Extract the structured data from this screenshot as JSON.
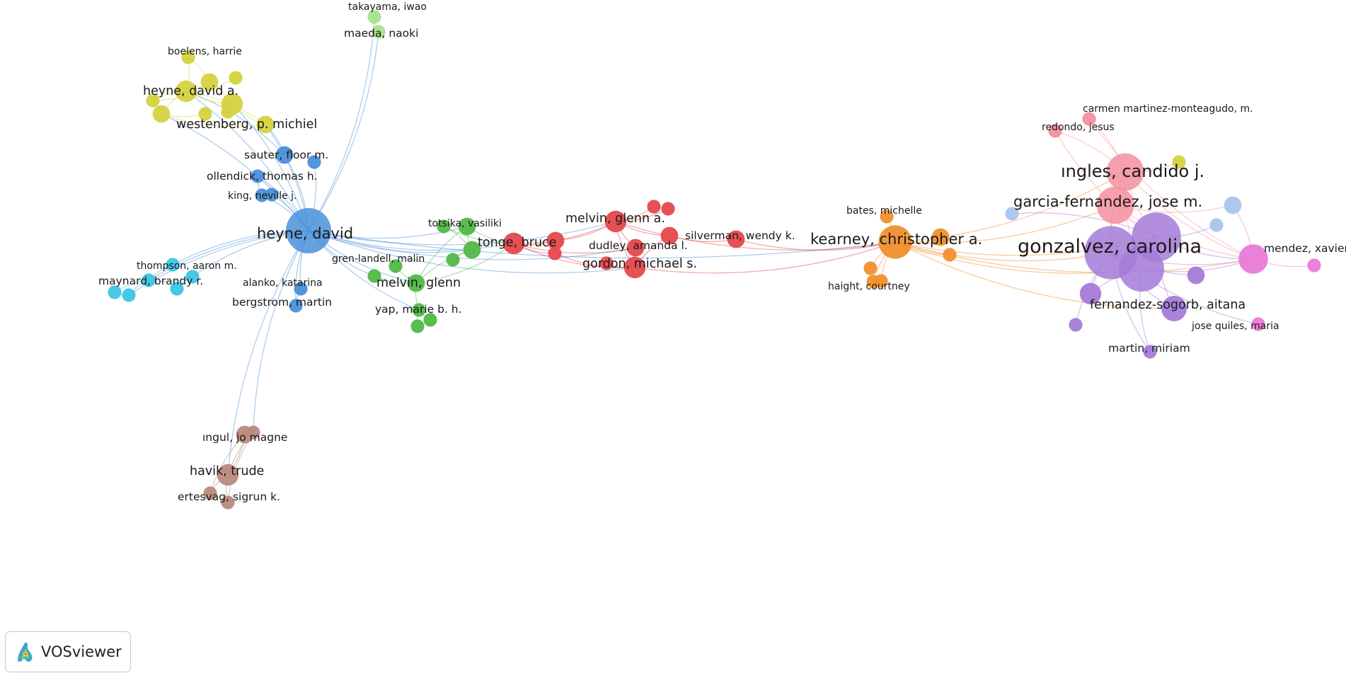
{
  "colors": {
    "red": "#e5484d",
    "green": "#52b848",
    "blue": "#4a90d9",
    "yellow": "#d4d23f",
    "purple": "#a57bd8",
    "cyan": "#3cc6e6",
    "orange": "#f0902d",
    "brown": "#b98a7e",
    "pink": "#f58fa0",
    "magenta": "#ea7ad6",
    "lightblue": "#a8c6ec",
    "lightgreen": "#a6e08a"
  },
  "logo": {
    "text": "VOSviewer"
  },
  "nodes": [
    {
      "id": "heyne_david",
      "label": "heyne, david",
      "cluster": "blue",
      "weight": 10,
      "label_size": "large"
    },
    {
      "id": "sauter",
      "label": "sauter, floor m.",
      "cluster": "blue",
      "weight": 3,
      "label_size": "small"
    },
    {
      "id": "ollendick",
      "label": "ollendick, thomas h.",
      "cluster": "blue",
      "weight": 2,
      "label_size": "small"
    },
    {
      "id": "king",
      "label": "king, neville j.",
      "cluster": "blue",
      "weight": 2,
      "label_size": "xsmall"
    },
    {
      "id": "alanko",
      "label": "alanko, katarina",
      "cluster": "blue",
      "weight": 2,
      "label_size": "xsmall"
    },
    {
      "id": "bergstrom",
      "label": "bergstrom, martin",
      "cluster": "blue",
      "weight": 2,
      "label_size": "small"
    },
    {
      "id": "blue_x1",
      "label": "",
      "cluster": "blue",
      "weight": 2
    },
    {
      "id": "blue_x2",
      "label": "",
      "cluster": "blue",
      "weight": 2
    },
    {
      "id": "westenberg",
      "label": "westenberg, p. michiel",
      "cluster": "yellow",
      "weight": 3,
      "label_size": "medium"
    },
    {
      "id": "heyne_david_a",
      "label": "heyne, david a.",
      "cluster": "yellow",
      "weight": 4,
      "label_size": "medium"
    },
    {
      "id": "boelens",
      "label": "boelens, harrie",
      "cluster": "yellow",
      "weight": 2,
      "label_size": "xsmall"
    },
    {
      "id": "yel_1",
      "label": "",
      "cluster": "yellow",
      "weight": 4
    },
    {
      "id": "yel_2",
      "label": "",
      "cluster": "yellow",
      "weight": 3
    },
    {
      "id": "yel_3",
      "label": "",
      "cluster": "yellow",
      "weight": 3
    },
    {
      "id": "yel_4",
      "label": "",
      "cluster": "yellow",
      "weight": 2
    },
    {
      "id": "yel_5",
      "label": "",
      "cluster": "yellow",
      "weight": 2
    },
    {
      "id": "yel_6",
      "label": "",
      "cluster": "yellow",
      "weight": 2
    },
    {
      "id": "yel_7",
      "label": "",
      "cluster": "yellow",
      "weight": 2
    },
    {
      "id": "takayama",
      "label": "takayama, iwao",
      "cluster": "lightgreen",
      "weight": 2,
      "label_size": "xsmall"
    },
    {
      "id": "maeda",
      "label": "maeda, naoki",
      "cluster": "lightgreen",
      "weight": 2,
      "label_size": "small"
    },
    {
      "id": "thompson",
      "label": "thompson, aaron m.",
      "cluster": "cyan",
      "weight": 2,
      "label_size": "xsmall"
    },
    {
      "id": "maynard",
      "label": "maynard, brandy r.",
      "cluster": "cyan",
      "weight": 2,
      "label_size": "small"
    },
    {
      "id": "cy_1",
      "label": "",
      "cluster": "cyan",
      "weight": 2
    },
    {
      "id": "cy_2",
      "label": "",
      "cluster": "cyan",
      "weight": 2
    },
    {
      "id": "cy_3",
      "label": "",
      "cluster": "cyan",
      "weight": 2
    },
    {
      "id": "cy_4",
      "label": "",
      "cluster": "cyan",
      "weight": 2
    },
    {
      "id": "totsika",
      "label": "totsika, vasiliki",
      "cluster": "green",
      "weight": 3,
      "label_size": "xsmall"
    },
    {
      "id": "gren_landell",
      "label": "gren-landell, malin",
      "cluster": "green",
      "weight": 2,
      "label_size": "xsmall"
    },
    {
      "id": "melvin_glenn",
      "label": "melvin, glenn",
      "cluster": "green",
      "weight": 3,
      "label_size": "medium"
    },
    {
      "id": "yap",
      "label": "yap, marie b. h.",
      "cluster": "green",
      "weight": 2,
      "label_size": "small"
    },
    {
      "id": "gr_1",
      "label": "",
      "cluster": "green",
      "weight": 3
    },
    {
      "id": "gr_2",
      "label": "",
      "cluster": "green",
      "weight": 2
    },
    {
      "id": "gr_3",
      "label": "",
      "cluster": "green",
      "weight": 2
    },
    {
      "id": "gr_4",
      "label": "",
      "cluster": "green",
      "weight": 2
    },
    {
      "id": "gr_5",
      "label": "",
      "cluster": "green",
      "weight": 2
    },
    {
      "id": "gr_6",
      "label": "",
      "cluster": "green",
      "weight": 2
    },
    {
      "id": "tonge",
      "label": "tonge, bruce",
      "cluster": "red",
      "weight": 4,
      "label_size": "medium"
    },
    {
      "id": "melvin_glenn_a",
      "label": "melvin, glenn a.",
      "cluster": "red",
      "weight": 4,
      "label_size": "medium"
    },
    {
      "id": "dudley",
      "label": "dudley, amanda l.",
      "cluster": "red",
      "weight": 3,
      "label_size": "small"
    },
    {
      "id": "gordon",
      "label": "gordon, michael s.",
      "cluster": "red",
      "weight": 4,
      "label_size": "medium"
    },
    {
      "id": "silverman",
      "label": "silverman, wendy k.",
      "cluster": "red",
      "weight": 3,
      "label_size": "small"
    },
    {
      "id": "red_1",
      "label": "",
      "cluster": "red",
      "weight": 3
    },
    {
      "id": "red_2",
      "label": "",
      "cluster": "red",
      "weight": 2
    },
    {
      "id": "red_3",
      "label": "",
      "cluster": "red",
      "weight": 2
    },
    {
      "id": "red_4",
      "label": "",
      "cluster": "red",
      "weight": 2
    },
    {
      "id": "red_5",
      "label": "",
      "cluster": "red",
      "weight": 2
    },
    {
      "id": "red_6",
      "label": "",
      "cluster": "red",
      "weight": 3
    },
    {
      "id": "ingul",
      "label": "ıngul, jo magne",
      "cluster": "brown",
      "weight": 2,
      "label_size": "small"
    },
    {
      "id": "havik",
      "label": "havik, trude",
      "cluster": "brown",
      "weight": 4,
      "label_size": "medium"
    },
    {
      "id": "ertesvag",
      "label": "ertesvag, sigrun k.",
      "cluster": "brown",
      "weight": 2,
      "label_size": "small"
    },
    {
      "id": "br_1",
      "label": "",
      "cluster": "brown",
      "weight": 3
    },
    {
      "id": "br_2",
      "label": "",
      "cluster": "brown",
      "weight": 2
    },
    {
      "id": "kearney",
      "label": "kearney, christopher a.",
      "cluster": "orange",
      "weight": 7,
      "label_size": "large"
    },
    {
      "id": "bates",
      "label": "bates, michelle",
      "cluster": "orange",
      "weight": 2,
      "label_size": "xsmall"
    },
    {
      "id": "haight",
      "label": "haight, courtney",
      "cluster": "orange",
      "weight": 2,
      "label_size": "xsmall"
    },
    {
      "id": "or_1",
      "label": "",
      "cluster": "orange",
      "weight": 3
    },
    {
      "id": "or_2",
      "label": "",
      "cluster": "orange",
      "weight": 2
    },
    {
      "id": "or_3",
      "label": "",
      "cluster": "orange",
      "weight": 2
    },
    {
      "id": "or_4",
      "label": "",
      "cluster": "orange",
      "weight": 2
    },
    {
      "id": "ingles",
      "label": "ıngles, candido j.",
      "cluster": "pink",
      "weight": 8,
      "label_size": "xlarge"
    },
    {
      "id": "garcia_fernandez",
      "label": "garcia-fernandez, jose m.",
      "cluster": "pink",
      "weight": 8,
      "label_size": "large"
    },
    {
      "id": "carmen",
      "label": "carmen martinez-monteagudo, m.",
      "cluster": "pink",
      "weight": 2,
      "label_size": "xsmall"
    },
    {
      "id": "redondo",
      "label": "redondo, jesus",
      "cluster": "pink",
      "weight": 2,
      "label_size": "xsmall"
    },
    {
      "id": "gonzalvez",
      "label": "gonzalvez, carolina",
      "cluster": "purple",
      "weight": 12,
      "label_size": "xxlarge"
    },
    {
      "id": "pu_1",
      "label": "",
      "cluster": "purple",
      "weight": 11
    },
    {
      "id": "pu_2",
      "label": "",
      "cluster": "purple",
      "weight": 10
    },
    {
      "id": "fernandez_sogorb",
      "label": "fernandez-sogorb, aitana",
      "cluster": "purple",
      "weight": 5,
      "label_size": "medium"
    },
    {
      "id": "martin",
      "label": "martin, miriam",
      "cluster": "purple",
      "weight": 2,
      "label_size": "small"
    },
    {
      "id": "pu_3",
      "label": "",
      "cluster": "purple",
      "weight": 4
    },
    {
      "id": "pu_4",
      "label": "",
      "cluster": "purple",
      "weight": 3
    },
    {
      "id": "pu_5",
      "label": "",
      "cluster": "purple",
      "weight": 2
    },
    {
      "id": "mendez",
      "label": "mendez, xavier",
      "cluster": "magenta",
      "weight": 6,
      "label_size": "small"
    },
    {
      "id": "jose_quiles",
      "label": "jose quiles, maria",
      "cluster": "magenta",
      "weight": 2,
      "label_size": "xsmall"
    },
    {
      "id": "mg_1",
      "label": "",
      "cluster": "magenta",
      "weight": 2
    },
    {
      "id": "lb_1",
      "label": "",
      "cluster": "lightblue",
      "weight": 3
    },
    {
      "id": "lb_2",
      "label": "",
      "cluster": "lightblue",
      "weight": 2
    },
    {
      "id": "lb_3",
      "label": "",
      "cluster": "lightblue",
      "weight": 2
    },
    {
      "id": "yg_1",
      "label": "",
      "cluster": "yellow",
      "weight": 2
    }
  ],
  "edges": [
    [
      "heyne_david",
      "sauter"
    ],
    [
      "heyne_david",
      "ollendick"
    ],
    [
      "heyne_david",
      "king"
    ],
    [
      "heyne_david",
      "alanko"
    ],
    [
      "heyne_david",
      "bergstrom"
    ],
    [
      "heyne_david",
      "blue_x1"
    ],
    [
      "heyne_david",
      "blue_x2"
    ],
    [
      "heyne_david",
      "westenberg"
    ],
    [
      "heyne_david",
      "heyne_david_a"
    ],
    [
      "heyne_david",
      "yel_1"
    ],
    [
      "heyne_david",
      "yel_3"
    ],
    [
      "heyne_david",
      "maeda"
    ],
    [
      "heyne_david",
      "takayama"
    ],
    [
      "heyne_david",
      "thompson"
    ],
    [
      "heyne_david",
      "maynard"
    ],
    [
      "heyne_david",
      "cy_1"
    ],
    [
      "heyne_david",
      "cy_3"
    ],
    [
      "heyne_david",
      "totsika"
    ],
    [
      "heyne_david",
      "gren_landell"
    ],
    [
      "heyne_david",
      "melvin_glenn"
    ],
    [
      "heyne_david",
      "gr_1"
    ],
    [
      "heyne_david",
      "tonge"
    ],
    [
      "heyne_david",
      "melvin_glenn_a"
    ],
    [
      "heyne_david",
      "dudley"
    ],
    [
      "heyne_david",
      "gordon"
    ],
    [
      "heyne_david",
      "ingul"
    ],
    [
      "heyne_david",
      "havik"
    ],
    [
      "heyne_david",
      "kearney"
    ],
    [
      "heyne_david",
      "yap"
    ],
    [
      "sauter",
      "westenberg"
    ],
    [
      "sauter",
      "heyne_david_a"
    ],
    [
      "ollendick",
      "king"
    ],
    [
      "alanko",
      "bergstrom"
    ],
    [
      "heyne_david_a",
      "yel_1"
    ],
    [
      "heyne_david_a",
      "yel_2"
    ],
    [
      "heyne_david_a",
      "yel_3"
    ],
    [
      "heyne_david_a",
      "yel_4"
    ],
    [
      "heyne_david_a",
      "boelens"
    ],
    [
      "yel_1",
      "yel_2"
    ],
    [
      "yel_1",
      "westenberg"
    ],
    [
      "yel_2",
      "boelens"
    ],
    [
      "yel_3",
      "yel_5"
    ],
    [
      "yel_4",
      "yel_6"
    ],
    [
      "yel_1",
      "yel_7"
    ],
    [
      "westenberg",
      "heyne_david_a"
    ],
    [
      "yel_3",
      "westenberg"
    ],
    [
      "takayama",
      "maeda"
    ],
    [
      "thompson",
      "maynard"
    ],
    [
      "maynard",
      "cy_1"
    ],
    [
      "maynard",
      "cy_2"
    ],
    [
      "maynard",
      "cy_3"
    ],
    [
      "cy_1",
      "cy_4"
    ],
    [
      "cy_2",
      "cy_3"
    ],
    [
      "totsika",
      "gr_1"
    ],
    [
      "totsika",
      "tonge"
    ],
    [
      "totsika",
      "melvin_glenn"
    ],
    [
      "gren_landell",
      "melvin_glenn"
    ],
    [
      "melvin_glenn",
      "yap"
    ],
    [
      "yap",
      "gr_5"
    ],
    [
      "yap",
      "gr_6"
    ],
    [
      "gr_1",
      "gr_2"
    ],
    [
      "gr_1",
      "gr_3"
    ],
    [
      "gr_2",
      "tonge"
    ],
    [
      "gr_4",
      "melvin_glenn"
    ],
    [
      "melvin_glenn",
      "tonge"
    ],
    [
      "gr_1",
      "melvin_glenn"
    ],
    [
      "tonge",
      "melvin_glenn_a"
    ],
    [
      "tonge",
      "dudley"
    ],
    [
      "tonge",
      "gordon"
    ],
    [
      "tonge",
      "red_1"
    ],
    [
      "tonge",
      "red_2"
    ],
    [
      "melvin_glenn_a",
      "dudley"
    ],
    [
      "melvin_glenn_a",
      "gordon"
    ],
    [
      "melvin_glenn_a",
      "red_3"
    ],
    [
      "melvin_glenn_a",
      "red_4"
    ],
    [
      "melvin_glenn_a",
      "red_6"
    ],
    [
      "dudley",
      "gordon"
    ],
    [
      "red_6",
      "silverman"
    ],
    [
      "red_6",
      "gordon"
    ],
    [
      "red_5",
      "gordon"
    ],
    [
      "red_1",
      "melvin_glenn_a"
    ],
    [
      "red_2",
      "gordon"
    ],
    [
      "silverman",
      "kearney"
    ],
    [
      "gordon",
      "kearney"
    ],
    [
      "melvin_glenn_a",
      "kearney"
    ],
    [
      "ingul",
      "havik"
    ],
    [
      "havik",
      "ertesvag"
    ],
    [
      "havik",
      "br_1"
    ],
    [
      "havik",
      "br_2"
    ],
    [
      "br_1",
      "ertesvag"
    ],
    [
      "ingul",
      "br_2"
    ],
    [
      "kearney",
      "bates"
    ],
    [
      "kearney",
      "haight"
    ],
    [
      "kearney",
      "or_1"
    ],
    [
      "kearney",
      "or_2"
    ],
    [
      "kearney",
      "or_3"
    ],
    [
      "kearney",
      "or_4"
    ],
    [
      "or_3",
      "haight"
    ],
    [
      "kearney",
      "gonzalvez"
    ],
    [
      "kearney",
      "ingles"
    ],
    [
      "kearney",
      "garcia_fernandez"
    ],
    [
      "kearney",
      "pu_1"
    ],
    [
      "kearney",
      "pu_2"
    ],
    [
      "kearney",
      "fernandez_sogorb"
    ],
    [
      "kearney",
      "mendez"
    ],
    [
      "ingles",
      "garcia_fernandez"
    ],
    [
      "ingles",
      "gonzalvez"
    ],
    [
      "ingles",
      "pu_1"
    ],
    [
      "ingles",
      "pu_2"
    ],
    [
      "ingles",
      "carmen"
    ],
    [
      "ingles",
      "redondo"
    ],
    [
      "ingles",
      "mendez"
    ],
    [
      "garcia_fernandez",
      "gonzalvez"
    ],
    [
      "garcia_fernandez",
      "pu_1"
    ],
    [
      "garcia_fernandez",
      "mendez"
    ],
    [
      "garcia_fernandez",
      "lb_1"
    ],
    [
      "gonzalvez",
      "pu_1"
    ],
    [
      "gonzalvez",
      "pu_2"
    ],
    [
      "gonzalvez",
      "fernandez_sogorb"
    ],
    [
      "gonzalvez",
      "martin"
    ],
    [
      "gonzalvez",
      "pu_3"
    ],
    [
      "gonzalvez",
      "pu_4"
    ],
    [
      "gonzalvez",
      "pu_5"
    ],
    [
      "gonzalvez",
      "mendez"
    ],
    [
      "gonzalvez",
      "jose_quiles"
    ],
    [
      "pu_1",
      "mendez"
    ],
    [
      "pu_2",
      "mendez"
    ],
    [
      "pu_1",
      "fernandez_sogorb"
    ],
    [
      "pu_2",
      "pu_3"
    ],
    [
      "pu_1",
      "lb_2"
    ],
    [
      "mendez",
      "mg_1"
    ],
    [
      "mendez",
      "lb_1"
    ],
    [
      "pu_1",
      "lb_3"
    ],
    [
      "ingles",
      "yg_1"
    ],
    [
      "pu_2",
      "martin"
    ],
    [
      "carmen",
      "mendez"
    ],
    [
      "redondo",
      "pu_1"
    ]
  ]
}
